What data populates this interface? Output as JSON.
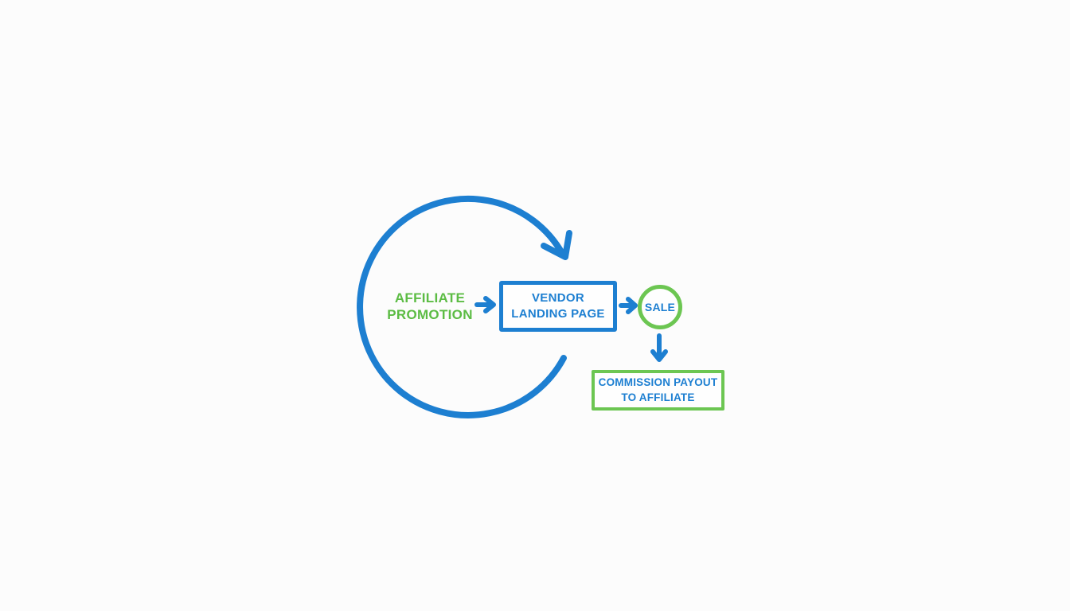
{
  "colors": {
    "blue": "#1d7fd1",
    "green_text": "#5cbc44",
    "green_border": "#6cc652",
    "background": "#fcfcfc"
  },
  "diagram": {
    "title": "",
    "affiliate_promotion": {
      "line1": "AFFILIATE",
      "line2": "PROMOTION"
    },
    "vendor_landing_page": {
      "line1": "VENDOR",
      "line2": "LANDING PAGE"
    },
    "sale": {
      "label": "SALE"
    },
    "commission_payout": {
      "line1": "COMMISSION PAYOUT",
      "line2": "TO AFFILIATE"
    },
    "icons": [
      {
        "name": "cycle-arrow-icon",
        "meaning": "repeating affiliate promotion cycle"
      },
      {
        "name": "arrow-right-icon",
        "meaning": "flow from affiliate promotion to vendor landing page"
      },
      {
        "name": "arrow-right-icon",
        "meaning": "flow from vendor landing page to sale"
      },
      {
        "name": "arrow-down-icon",
        "meaning": "flow from sale to commission payout"
      }
    ]
  }
}
